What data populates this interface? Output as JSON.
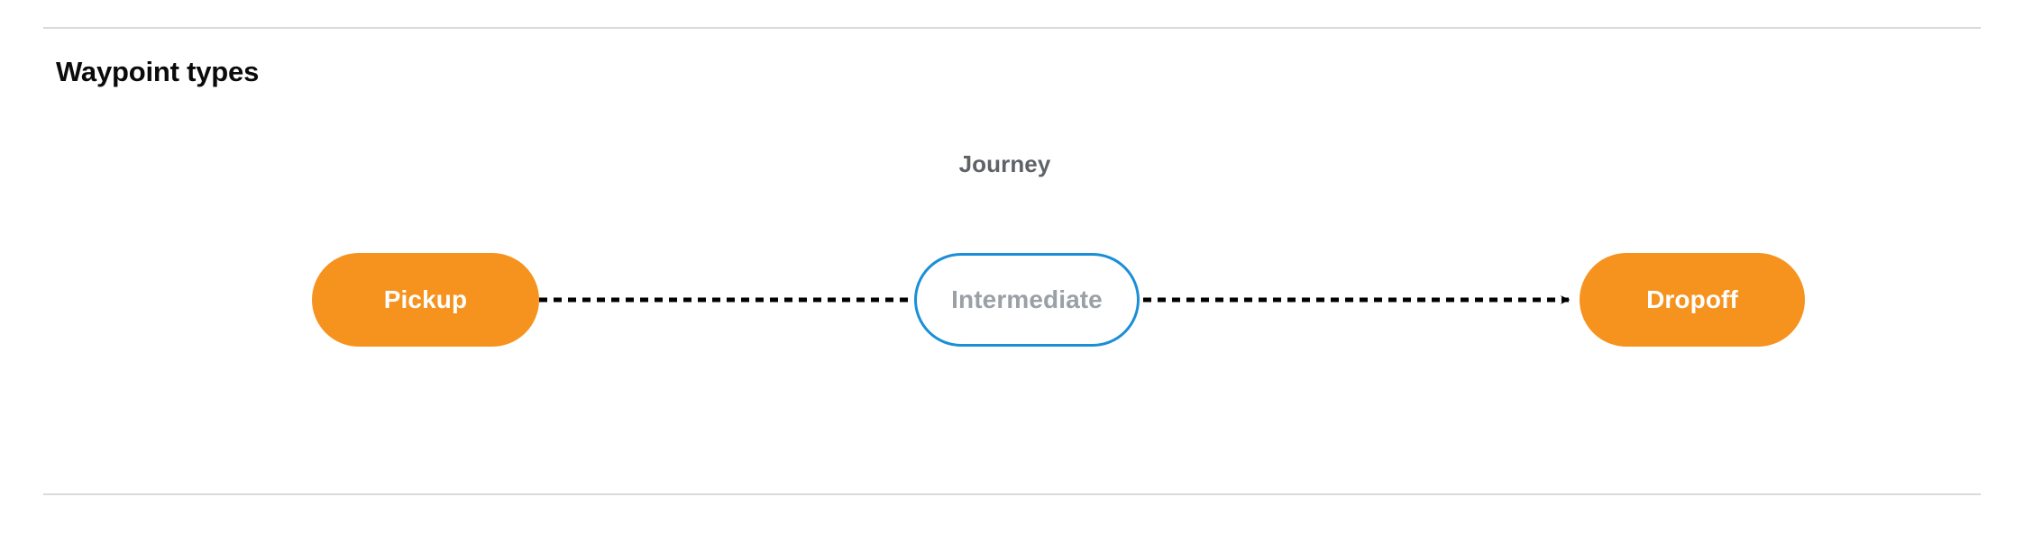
{
  "section": {
    "title": "Waypoint types"
  },
  "diagram": {
    "label": "Journey",
    "nodes": [
      {
        "id": "pickup",
        "label": "Pickup",
        "style": "filled",
        "color": "#F6921E",
        "text_color": "#ffffff"
      },
      {
        "id": "intermediate",
        "label": "Intermediate",
        "style": "outline",
        "color": "#1a8fd8",
        "text_color": "#9aa0a6"
      },
      {
        "id": "dropoff",
        "label": "Dropoff",
        "style": "filled",
        "color": "#F6921E",
        "text_color": "#ffffff"
      }
    ],
    "connectors": [
      {
        "id": "pickup-to-intermediate",
        "from": "pickup",
        "to": "intermediate",
        "line": "dashed",
        "arrowhead": false,
        "color": "#000000"
      },
      {
        "id": "intermediate-to-dropoff",
        "from": "intermediate",
        "to": "dropoff",
        "line": "dashed",
        "arrowhead": true,
        "color": "#000000"
      }
    ]
  },
  "theme": {
    "background": "#ffffff",
    "divider_color": "#d9dadb",
    "title_color": "#0b0b0b",
    "label_color": "#5f6368"
  }
}
